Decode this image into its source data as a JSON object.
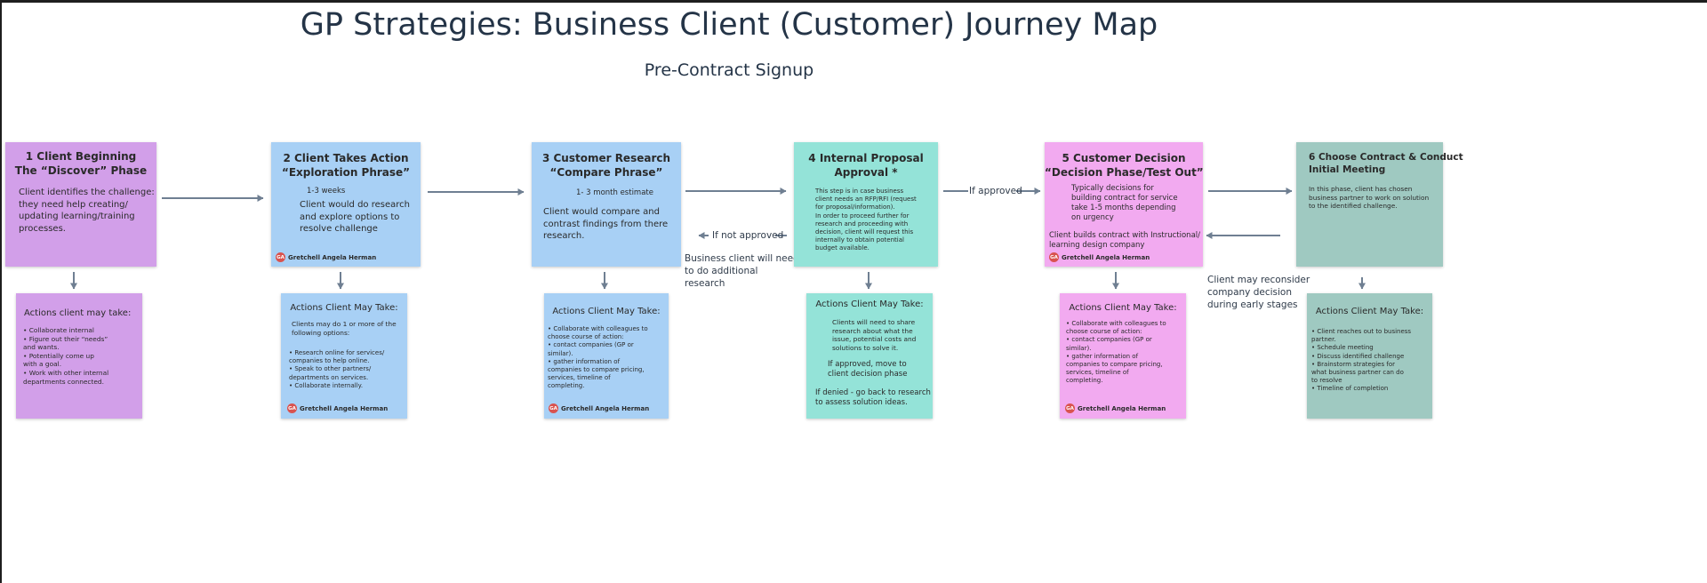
{
  "title": "GP Strategies:  Business Client (Customer) Journey Map",
  "subtitle": "Pre-Contract Signup",
  "author_name": "Gretchell Angela Herman",
  "author_initials": "GA",
  "colors": {
    "stage1": "#d29fe9",
    "stage2": "#a8d0f5",
    "stage3": "#a8d0f5",
    "stage4": "#94e3d8",
    "stage5": "#f2aaf0",
    "stage6": "#9fc9c1",
    "arrow": "#6f7f92"
  },
  "stages": [
    {
      "title_lines": [
        "1 Client Beginning",
        "The “Discover” Phase"
      ],
      "body_lines": [
        "Client identifies the challenge:",
        "they need help creating/",
        "updating learning/training",
        "processes."
      ]
    },
    {
      "title_lines": [
        "2 Client Takes Action",
        "“Exploration Phrase”"
      ],
      "duration": "1-3 weeks",
      "body_lines": [
        "Client would do research",
        "and explore options to",
        "resolve challenge"
      ]
    },
    {
      "title_lines": [
        "3 Customer Research",
        "“Compare Phrase”"
      ],
      "duration": "1- 3 month estimate",
      "body_lines": [
        "Client would compare and",
        "contrast findings from there",
        "research."
      ]
    },
    {
      "title_lines": [
        "4 Internal Proposal",
        "Approval *"
      ],
      "body_lines": [
        "This step is in case business",
        "client needs an RFP/RFI (request",
        "for proposal/information).",
        "    In order to proceed further for",
        "    research and proceeding with",
        "    decision, client will request this",
        "    internally to obtain potential",
        "    budget available."
      ]
    },
    {
      "title_lines": [
        "5 Customer Decision",
        "“Decision Phase/Test Out”"
      ],
      "body_lines": [
        "Typically decisions for",
        "building contract for service",
        "take 1-5 months depending",
        "on urgency"
      ],
      "footer_lines": [
        "Client builds contract with Instructional/",
        "learning design company"
      ]
    },
    {
      "title_lines": [
        "6 Choose Contract & Conduct",
        "Initial Meeting"
      ],
      "body_lines": [
        "In this phase, client has chosen",
        "business partner to work on solution",
        "to the identified challenge."
      ]
    }
  ],
  "actions": [
    {
      "title": "Actions client may take:",
      "lines": [
        "•  Collaborate internal",
        "        •  Figure out their “needs”",
        "    and wants.",
        "        •  Potentially come up",
        "    with a goal.",
        "        •  Work with other internal",
        "    departments connected."
      ]
    },
    {
      "title": "Actions Client May Take:",
      "intro_lines": [
        "Clients may do 1 or more of the",
        "following options:"
      ],
      "lines": [
        "  •  Research online for services/",
        "companies to help online.",
        "  •  Speak to other partners/",
        "departments on services.",
        "  •  Collaborate internally."
      ]
    },
    {
      "title": "Actions Client May Take:",
      "lines": [
        "  •  Collaborate with colleagues to",
        "choose course of action:",
        "      •  contact companies (GP or",
        "      similar).",
        "      •  gather information of",
        "      companies to compare pricing,",
        "      services, timeline of",
        "      completing."
      ]
    },
    {
      "title": "Actions Client May Take:",
      "lines": [
        "Clients will need to share",
        "research about what the",
        "issue, potential costs and",
        "solutions to solve it."
      ],
      "approved_lines": [
        "If approved, move to",
        "client decision phase"
      ],
      "denied_lines": [
        "If denied - go back to  research",
        "to assess solution ideas."
      ]
    },
    {
      "title": "Actions Client May Take:",
      "lines": [
        "  •  Collaborate with colleagues to",
        "choose course of action:",
        "      •  contact companies (GP or",
        "      similar).",
        "      •  gather information of",
        "      companies to compare pricing,",
        "      services, timeline of",
        "      completing."
      ]
    },
    {
      "title": "Actions Client May Take:",
      "lines": [
        "    •  Client reaches out to business",
        "partner.",
        "        •  Schedule meeting",
        "        •  Discuss identified challenge",
        "        •  Brainstorm strategies for",
        "    what business partner can do",
        "    to resolve",
        "        •  Timeline of completion"
      ]
    }
  ],
  "connectors": {
    "if_approved": "If approved",
    "if_not_approved": "If not approved",
    "research_note_lines": [
      "Business client will need",
      "to do additional",
      "research"
    ],
    "reconsider_note_lines": [
      "Client may reconsider",
      "company decision",
      "during early stages"
    ]
  }
}
